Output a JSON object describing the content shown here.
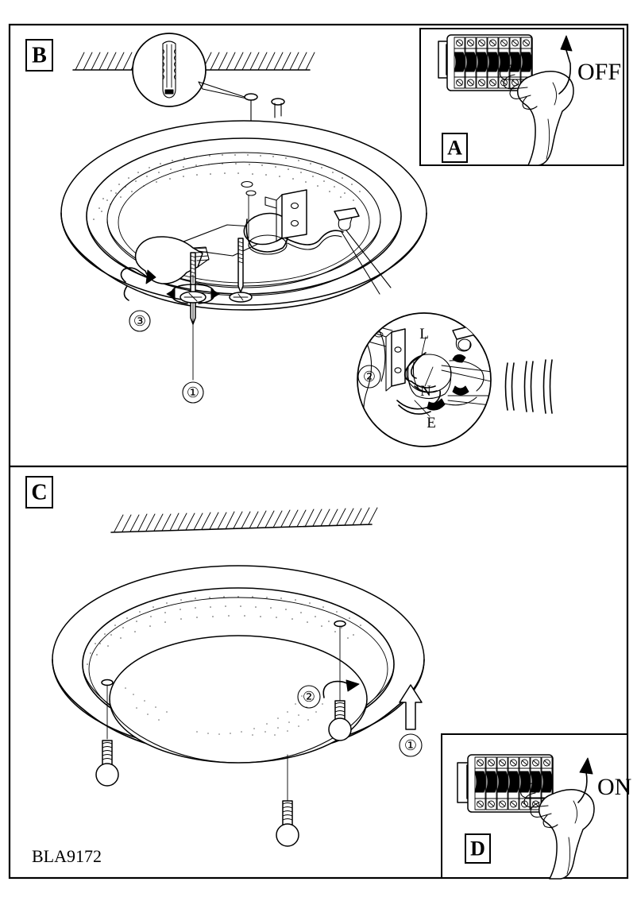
{
  "document": {
    "type": "installation-instruction-diagram",
    "product": "ceiling-luminaire",
    "reference_code": "BLA9172"
  },
  "panels": [
    {
      "id": "B",
      "label": "B",
      "name": "panel-b-mounting-and-wiring",
      "description": "Mount base plate to ceiling, connect wires, fit lamp",
      "steps": [
        {
          "marker": "①",
          "name": "fix-screws",
          "description": "Fix base plate with screws into wall plugs"
        },
        {
          "marker": "②",
          "name": "connect-terminals",
          "description": "Connect mains wires to terminal block"
        },
        {
          "marker": "③",
          "name": "fit-lamp",
          "description": "Screw lamp into lampholder"
        }
      ],
      "callouts": [
        {
          "name": "wall-plug-magnifier",
          "description": "Magnified wall plug in ceiling"
        },
        {
          "name": "terminal-block-magnifier",
          "description": "Magnified terminal block wiring detail"
        }
      ],
      "terminal_labels": [
        "L",
        "N",
        "E"
      ]
    },
    {
      "id": "C",
      "label": "C",
      "name": "panel-c-diffuser-fitting",
      "description": "Lift diffuser into place and secure with thumb screws",
      "steps": [
        {
          "marker": "①",
          "name": "lift-diffuser",
          "description": "Raise diffuser to base plate"
        },
        {
          "marker": "②",
          "name": "tighten-thumbscrews",
          "description": "Tighten the three knurled thumb screws"
        }
      ]
    },
    {
      "id": "A",
      "label": "A",
      "name": "inset-a-power-off",
      "description": "Switch the circuit breaker OFF before starting",
      "state_text": "OFF",
      "breaker_poles": 7
    },
    {
      "id": "D",
      "label": "D",
      "name": "inset-d-power-on",
      "description": "Switch the circuit breaker ON after installation",
      "state_text": "ON",
      "breaker_poles": 7
    }
  ],
  "colors": {
    "line": "#000000",
    "paper": "#ffffff"
  }
}
